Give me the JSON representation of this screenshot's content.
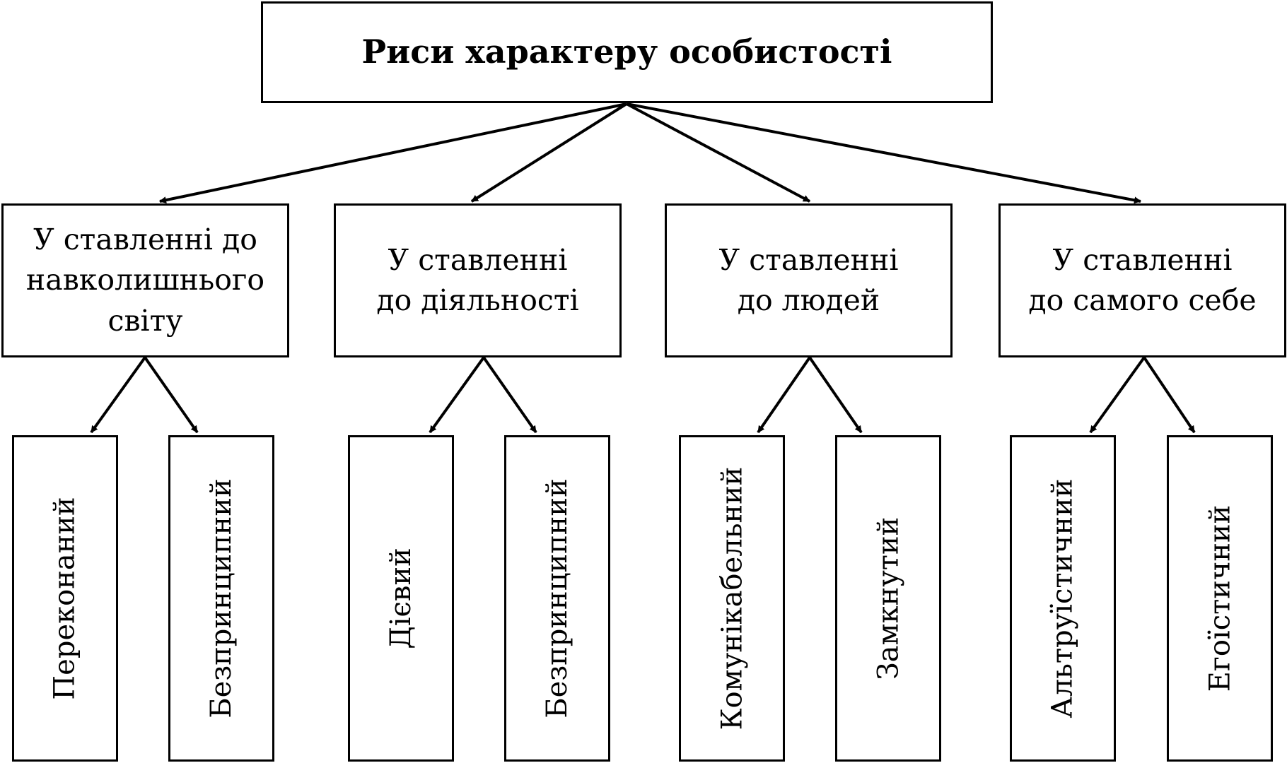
{
  "root": {
    "label": "Риси характеру особистості"
  },
  "categories": [
    {
      "lines": [
        "У ставленні до",
        "навколишнього",
        "світу"
      ],
      "traits": [
        "Переконаний",
        "Безпринципний"
      ]
    },
    {
      "lines": [
        "У ставленні",
        "до діяльності"
      ],
      "traits": [
        "Дієвий",
        "Безпринципний"
      ]
    },
    {
      "lines": [
        "У ставленні",
        "до людей"
      ],
      "traits": [
        "Комунікабельний",
        "Замкнутий"
      ]
    },
    {
      "lines": [
        "У ставленні",
        "до самого себе"
      ],
      "traits": [
        "Альтруїстичний",
        "Егоїстичний"
      ]
    }
  ],
  "colors": {
    "stroke": "#000000",
    "fill": "#ffffff"
  }
}
